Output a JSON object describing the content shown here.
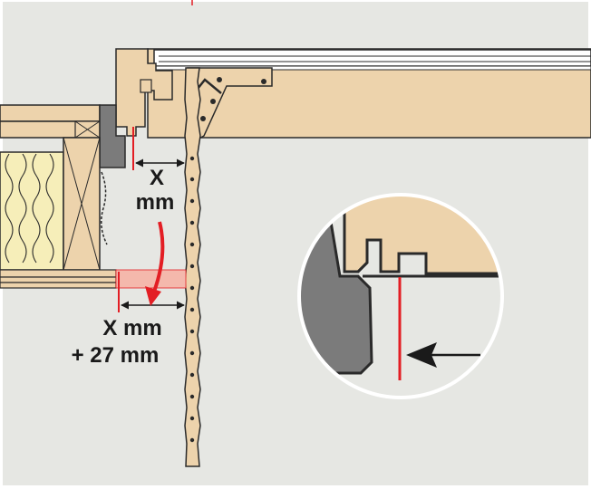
{
  "labels": {
    "x_line1": "X",
    "x_line2": "mm",
    "offset_line1": "X mm",
    "offset_line2": "+ 27 mm"
  },
  "colors": {
    "background": "#e6e7e3",
    "wood": "#edd3ac",
    "wood_outline": "#2a2a2a",
    "insulation": "#f6eeb9",
    "dark_trim": "#7b7b7b",
    "pink_strip": "#f4b8ac",
    "measure_red": "#e31e24",
    "callout_circle_edge": "#ffffff"
  },
  "icons": [
    "dimension-arrow",
    "curved-transfer-arrow",
    "callout-arrow"
  ]
}
